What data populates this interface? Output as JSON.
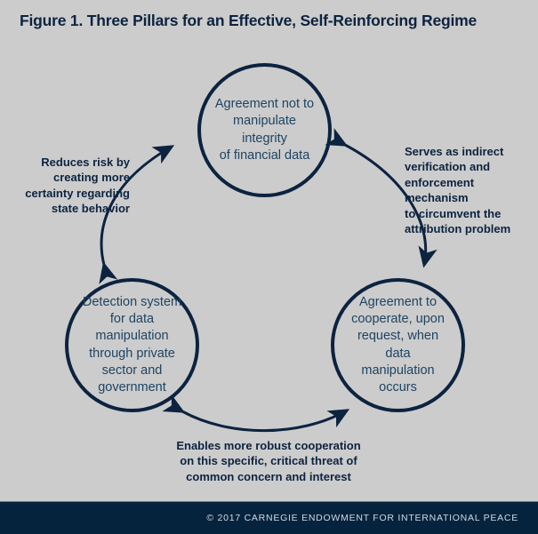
{
  "figure": {
    "title": "Figure 1. Three Pillars for an Effective, Self-Reinforcing Regime",
    "background_color": "#cccccc",
    "accent_color": "#0c2340",
    "node_text_color": "#1d4463",
    "footer_background_color": "#05233d",
    "footer_text_color": "#cfd9e2"
  },
  "nodes": [
    {
      "id": "agreement-integrity",
      "label": "Agreement not to\nmanipulate integrity\nof financial data"
    },
    {
      "id": "detection-system",
      "label": "Detection system\nfor data manipulation\nthrough private\nsector and\ngovernment"
    },
    {
      "id": "agreement-cooperate",
      "label": "Agreement to\ncooperate, upon\nrequest, when data\nmanipulation occurs"
    }
  ],
  "edges": [
    {
      "id": "left-edge",
      "between": [
        "detection-system",
        "agreement-integrity"
      ],
      "arrowheads": "both",
      "label": "Reduces risk by\ncreating more\ncertainty regarding\nstate behavior"
    },
    {
      "id": "right-edge",
      "between": [
        "agreement-integrity",
        "agreement-cooperate"
      ],
      "arrowheads": "both",
      "label": "Serves as indirect\nverification and\nenforcement mechanism\nto circumvent the\nattribution problem"
    },
    {
      "id": "bottom-edge",
      "between": [
        "detection-system",
        "agreement-cooperate"
      ],
      "arrowheads": "both",
      "label": "Enables more robust cooperation\non this specific, critical threat of\ncommon concern and interest"
    }
  ],
  "footer": {
    "credit": "© 2017 CARNEGIE ENDOWMENT FOR INTERNATIONAL PEACE"
  }
}
